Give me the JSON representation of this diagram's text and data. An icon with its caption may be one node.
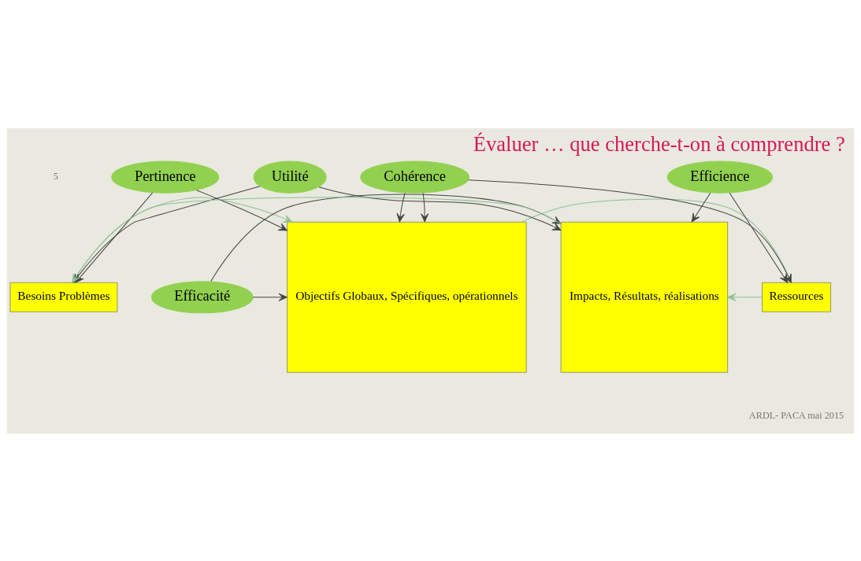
{
  "diagram": {
    "title": "Évaluer … que cherche-t-on à comprendre ?",
    "nodes": [
      {
        "text": [
          "Besoins Problèmes"
        ]
      },
      {
        "text": [
          "Objectifs Globaux, Spécifiques, opérationnels"
        ]
      },
      {
        "text": [
          "Pertinence"
        ]
      },
      {
        "text": [
          "Utilité"
        ]
      },
      {
        "text": [
          "Efficacité"
        ]
      },
      {
        "text": [
          "Impacts, Résultats, réalisations"
        ]
      },
      {
        "text": [
          "Cohérence"
        ]
      },
      {
        "text": [
          "Efficience"
        ]
      },
      {
        "text": [
          "Ressources"
        ]
      }
    ],
    "edges": [
      {
        "from": 0,
        "to": 1,
        "arrow": "to",
        "color": "#8fbf98"
      },
      {
        "from": 5,
        "to": 0,
        "arrow": "to",
        "color": "#8fbf98"
      },
      {
        "from": 2,
        "to": 1,
        "arrow": "to"
      },
      {
        "from": 2,
        "to": 0,
        "arrow": "to"
      },
      {
        "from": 3,
        "to": 0,
        "arrow": "to"
      },
      {
        "from": 3,
        "to": 5,
        "arrow": "to"
      },
      {
        "from": 4,
        "to": 1,
        "arrow": "to"
      },
      {
        "from": 4,
        "to": 5,
        "arrow": "to"
      },
      {
        "from": 6,
        "to": 1,
        "arrow": "to"
      },
      {
        "from": 6,
        "to": 1,
        "arrow": "to"
      },
      {
        "from": 6,
        "to": 8,
        "arrow": "to"
      },
      {
        "from": 7,
        "to": 8,
        "arrow": "to"
      },
      {
        "from": 7,
        "to": 5,
        "arrow": "to"
      },
      {
        "from": 1,
        "to": 8,
        "arrow": "to",
        "color": "#8fbf98"
      },
      {
        "from": 8,
        "to": 5,
        "arrow": "to",
        "color": "#8fbf98"
      }
    ],
    "labels": [
      "5",
      "ARDL- PACA mai 2015"
    ]
  }
}
